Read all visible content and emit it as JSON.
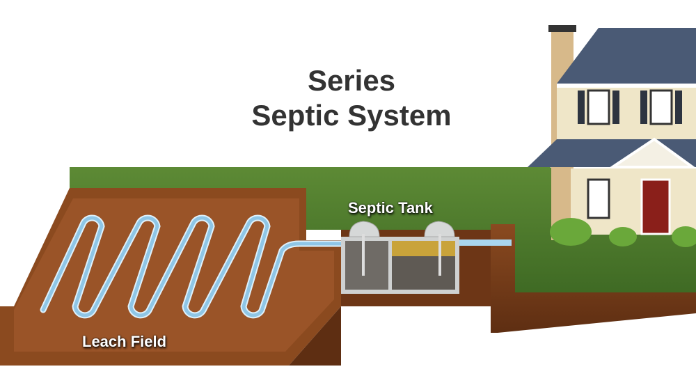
{
  "title": {
    "line1": "Series",
    "line2": "Septic System"
  },
  "labels": {
    "septic_tank": "Septic Tank",
    "leach_field": "Leach Field"
  },
  "colors": {
    "grass": "#4f7a2e",
    "soil": "#7a3f1c",
    "pipe": "#a9d6ef",
    "effluent": "#c9a33a",
    "roof": "#4a5a75",
    "siding": "#efe6c8",
    "door": "#8a1f1a"
  }
}
